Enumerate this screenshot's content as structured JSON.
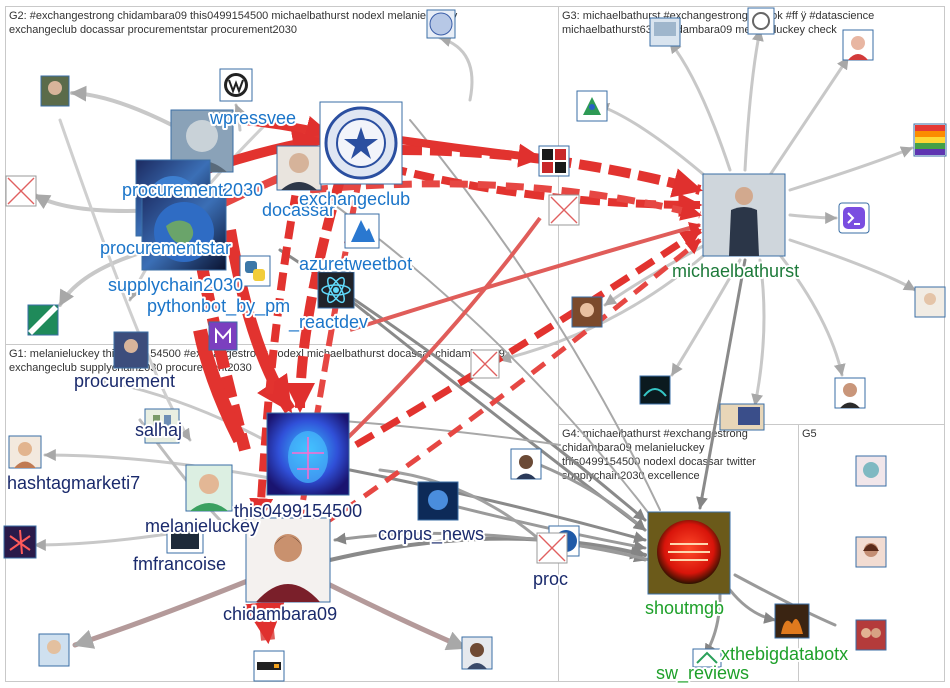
{
  "graph": {
    "groups": [
      {
        "id": "G1",
        "caption_lines": [
          "G1: melanieluckey this0499154500 #exchangestrong nodexl michaelbathurst docassar chidambara09",
          "exchangeclub supplychain2030 procurement2030"
        ]
      },
      {
        "id": "G2",
        "caption_lines": [
          "G2: #exchangestrong chidambara09 this0499154500 michaelbathurst nodexl melanieluckey",
          "exchangeclub docassar procurementstar procurement2030"
        ]
      },
      {
        "id": "G3",
        "caption_lines": [
          "G3: michaelbathurst #exchangestrong #tiktok #ff ÿ #datascience",
          "michaelbathurst63's chidambara09 melanieluckey check"
        ]
      },
      {
        "id": "G4",
        "caption_lines": [
          "G4: michaelbathurst #exchangestrong",
          "chidambara09 melanieluckey",
          "this0499154500 nodexl docassar twitter",
          "supplychain2030 excellence"
        ]
      },
      {
        "id": "G5",
        "caption_lines": [
          "G5"
        ]
      }
    ],
    "nodes": [
      {
        "label": "wpressvee",
        "group": "G2",
        "icon": "person-icon"
      },
      {
        "label": "procurement2030",
        "group": "G2",
        "icon": "globe-icon"
      },
      {
        "label": "docassar",
        "group": "G2",
        "icon": "person-icon"
      },
      {
        "label": "exchangeclub",
        "group": "G2",
        "icon": "seal-icon"
      },
      {
        "label": "procurementstar",
        "group": "G2",
        "icon": "globe-icon"
      },
      {
        "label": "azuretweetbot",
        "group": "G2",
        "icon": "azure-icon"
      },
      {
        "label": "supplychain2030",
        "group": "G2",
        "icon": "globe-icon"
      },
      {
        "label": "pythonbot_by_pm",
        "group": "G2",
        "icon": "python-icon"
      },
      {
        "label": "_reactdev",
        "group": "G2",
        "icon": "react-icon"
      },
      {
        "label": "michaelbathurst",
        "group": "G3",
        "icon": "person-icon"
      },
      {
        "label": "procurement",
        "group": "G1",
        "icon": "person-icon"
      },
      {
        "label": "salhaj",
        "group": "G1",
        "icon": "person-icon"
      },
      {
        "label": "hashtagmarketi7",
        "group": "G1",
        "icon": "person-icon"
      },
      {
        "label": "melanieluckey",
        "group": "G1",
        "icon": "person-icon"
      },
      {
        "label": "this0499154500",
        "group": "G1",
        "icon": "robot-face-icon"
      },
      {
        "label": "fmfrancoise",
        "group": "G1",
        "icon": "person-icon"
      },
      {
        "label": "corpus_news",
        "group": "G1",
        "icon": "person-icon"
      },
      {
        "label": "chidambara09",
        "group": "G1",
        "icon": "person-icon"
      },
      {
        "label": "proc",
        "group": "G4",
        "icon": "broken-image-icon"
      },
      {
        "label": "shoutmgb",
        "group": "G4",
        "icon": "badge-icon"
      },
      {
        "label": "xthebigdatabotx",
        "group": "G4",
        "icon": "person-icon"
      },
      {
        "label": "sw_reviews",
        "group": "G4",
        "icon": "person-icon"
      }
    ]
  }
}
